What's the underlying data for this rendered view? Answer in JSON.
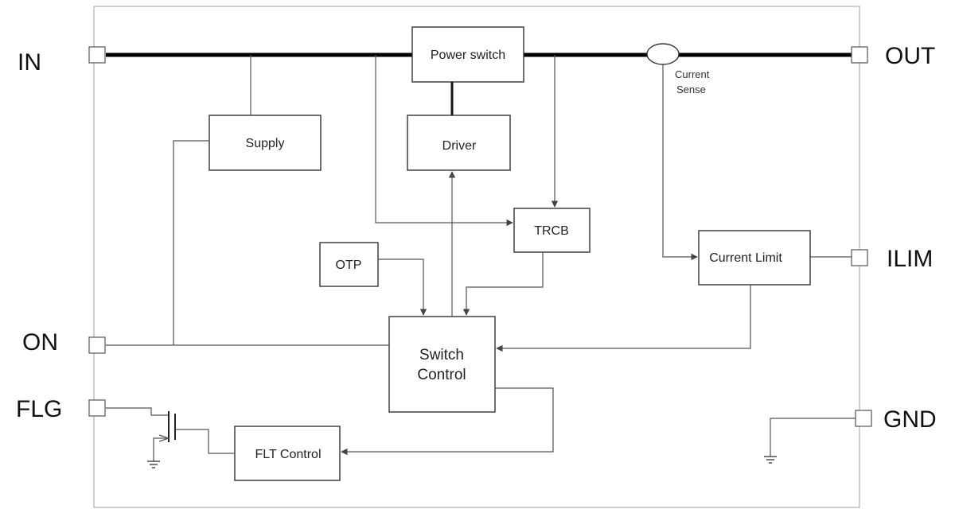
{
  "pins": {
    "in": "IN",
    "out": "OUT",
    "ilim": "ILIM",
    "on": "ON",
    "flg": "FLG",
    "gnd": "GND"
  },
  "blocks": {
    "power_switch": "Power switch",
    "supply": "Supply",
    "driver": "Driver",
    "trcb": "TRCB",
    "otp": "OTP",
    "current_limit": "Current Limit",
    "switch_control_line1": "Switch",
    "switch_control_line2": "Control",
    "flt_control": "FLT Control"
  },
  "annotations": {
    "current_sense_line1": "Current",
    "current_sense_line2": "Sense"
  }
}
